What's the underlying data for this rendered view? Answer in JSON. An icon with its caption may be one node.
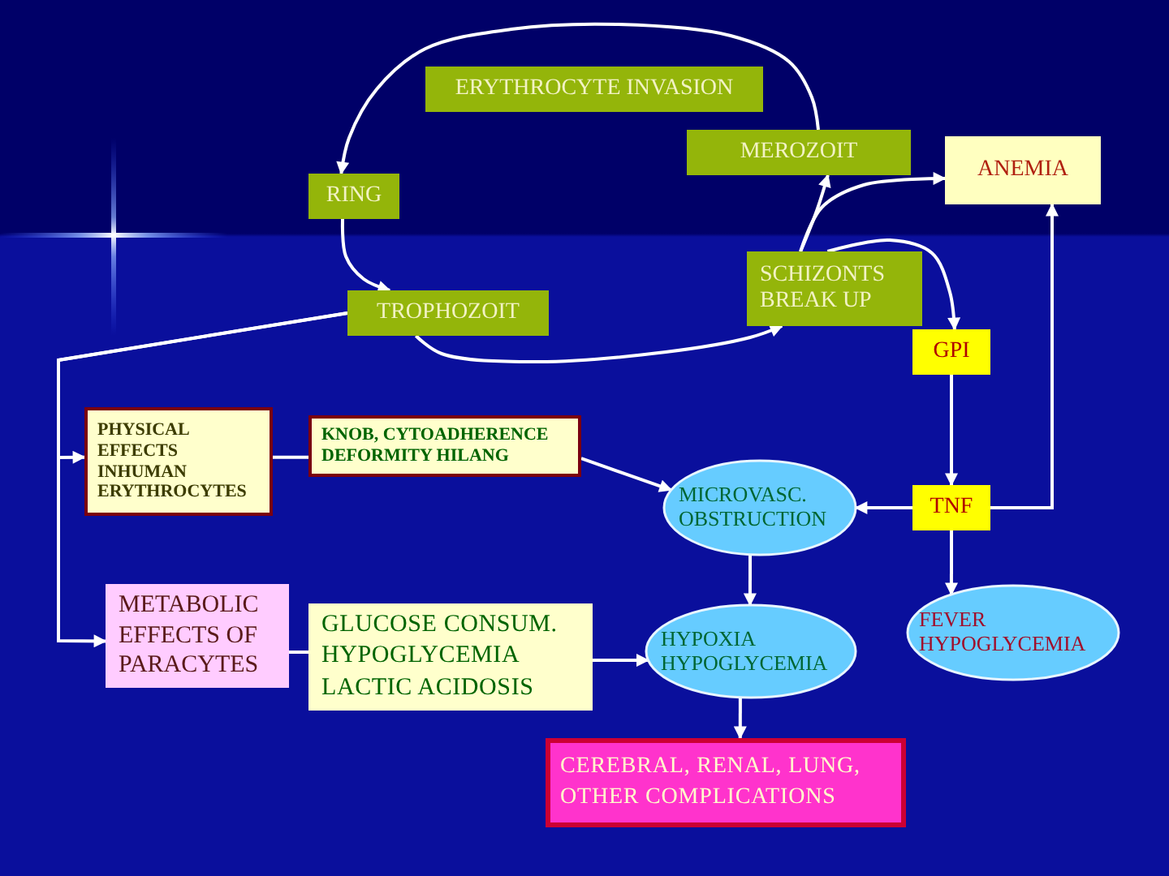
{
  "diagram": {
    "nodes": [
      {
        "text": [
          "ERYTHROCYTE INVASION"
        ]
      },
      {
        "text": [
          "MEROZOIT"
        ]
      },
      {
        "text": [
          "ANEMIA"
        ]
      },
      {
        "text": [
          "RING"
        ]
      },
      {
        "text": [
          "TROPHOZOIT"
        ]
      },
      {
        "text": [
          "SCHIZONTS BREAK UP"
        ]
      },
      {
        "text": [
          "GPI"
        ]
      },
      {
        "text": [
          "PHYSICAL EFFECTS INHUMAN ERYTHROCYTES"
        ]
      },
      {
        "text": [
          "KNOB, CYTOADHERENCE DEFORMITY HILANG"
        ]
      },
      {
        "text": [
          "MICROVASC. OBSTRUCTION"
        ]
      },
      {
        "text": [
          "TNF"
        ]
      },
      {
        "text": [
          "METABOLIC EFFECTS OF PARACYTES"
        ]
      },
      {
        "text": [
          "GLUCOSE CONSUM. HYPOGLYCEMIA LACTIC ACIDOSIS"
        ]
      },
      {
        "text": [
          "HYPOXIA HYPOGLYCEMIA"
        ]
      },
      {
        "text": [
          "FEVER HYPOGLYCEMIA"
        ]
      },
      {
        "text": [
          "CEREBRAL, RENAL, LUNG, OTHER COMPLICATIONS"
        ]
      }
    ],
    "edges": [
      {
        "from": 1,
        "to": 3,
        "arrow": "to"
      },
      {
        "from": 3,
        "to": 4,
        "arrow": "to"
      },
      {
        "from": 4,
        "to": 5,
        "arrow": "to"
      },
      {
        "from": 5,
        "to": 1,
        "arrow": "to"
      },
      {
        "from": 5,
        "to": 2,
        "arrow": "to"
      },
      {
        "from": 5,
        "to": 6,
        "arrow": "to"
      },
      {
        "from": 6,
        "to": 10,
        "arrow": "to"
      },
      {
        "from": 10,
        "to": 2,
        "arrow": "to"
      },
      {
        "from": 10,
        "to": 9,
        "arrow": "to"
      },
      {
        "from": 10,
        "to": 14,
        "arrow": "to"
      },
      {
        "from": 4,
        "to": 7,
        "arrow": "to"
      },
      {
        "from": 4,
        "to": 11,
        "arrow": "to"
      },
      {
        "from": 7,
        "to": 8,
        "arrow": "none"
      },
      {
        "from": 8,
        "to": 9,
        "arrow": "to"
      },
      {
        "from": 11,
        "to": 12,
        "arrow": "none"
      },
      {
        "from": 12,
        "to": 13,
        "arrow": "to"
      },
      {
        "from": 9,
        "to": 13,
        "arrow": "to"
      },
      {
        "from": 13,
        "to": 15,
        "arrow": "to"
      }
    ]
  }
}
